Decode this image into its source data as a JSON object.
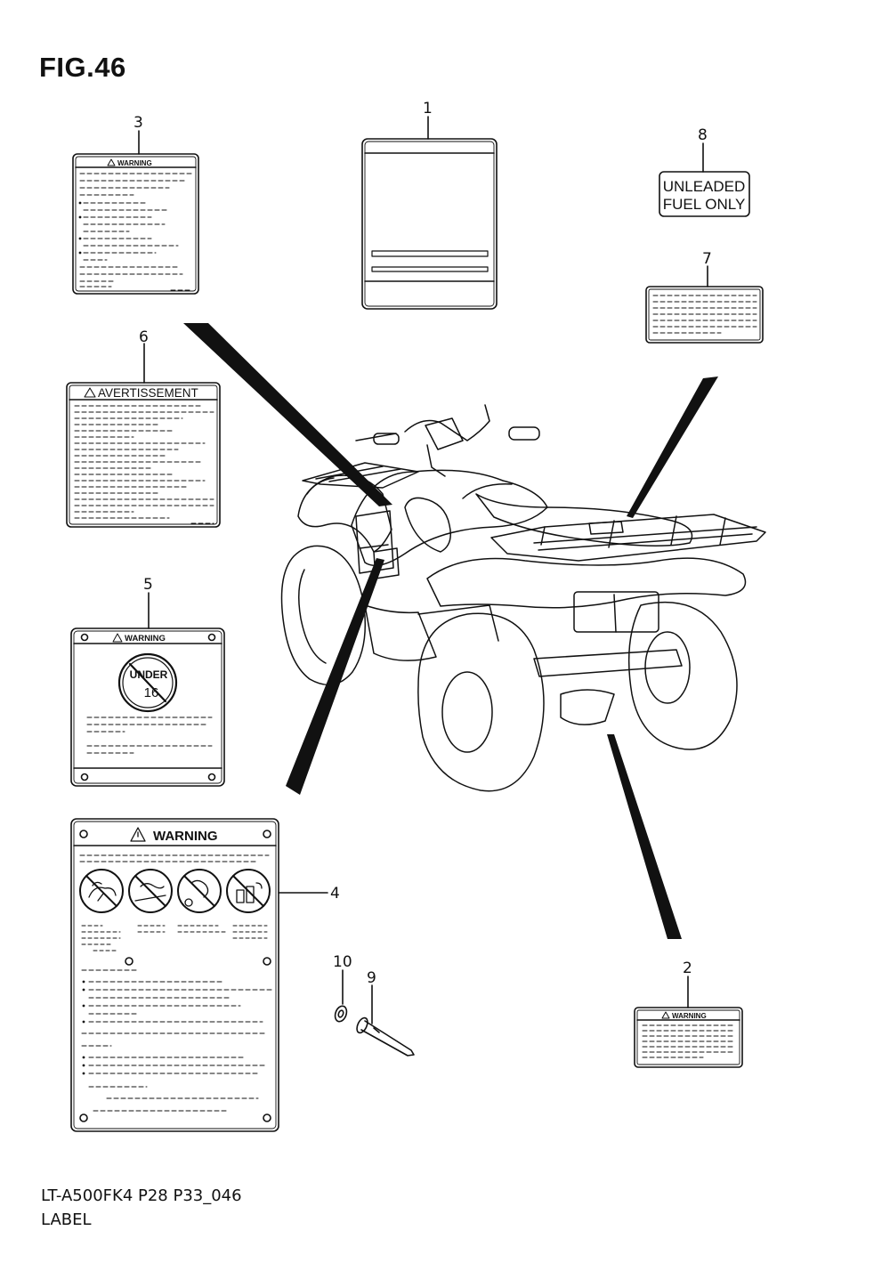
{
  "figure": {
    "title": "FIG.46",
    "model_code": "LT-A500FK4 P28 P33_046",
    "caption": "LABEL"
  },
  "callouts": [
    "1",
    "2",
    "3",
    "4",
    "5",
    "6",
    "7",
    "8",
    "9",
    "10"
  ],
  "labels": {
    "warning": "WARNING",
    "avertissement": "AVERTISSEMENT",
    "unleaded_line1": "UNLEADED",
    "unleaded_line2": "FUEL ONLY",
    "under_word": "UNDER",
    "under_age": "16"
  },
  "icons": {
    "warning_triangle": "warning-triangle-icon",
    "no_passenger": "no-passenger-icon",
    "no_highway": "no-highway-icon",
    "no_children": "no-children-icon",
    "no_alcohol": "no-alcohol-icon"
  }
}
